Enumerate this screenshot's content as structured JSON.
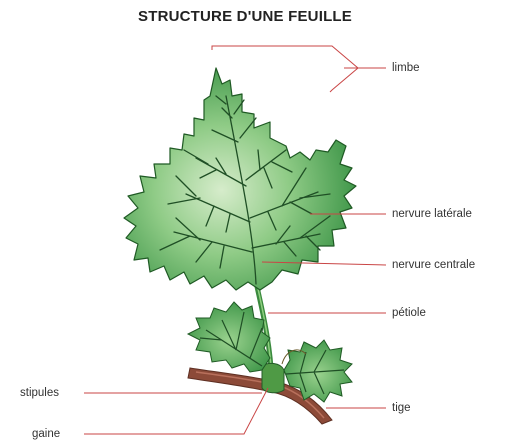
{
  "title": "STRUCTURE D'UNE FEUILLE",
  "labels": {
    "limbe": "limbe",
    "nervure_laterale": "nervure latérale",
    "nervure_centrale": "nervure centrale",
    "petiole": "pétiole",
    "stipules": "stipules",
    "tige": "tige",
    "gaine": "gaine"
  },
  "colors": {
    "leaf_dark": "#2e8b3c",
    "leaf_light": "#d6eccb",
    "vein": "#1f4f25",
    "stem": "#8c4a38",
    "leader_line": "#c94545"
  }
}
